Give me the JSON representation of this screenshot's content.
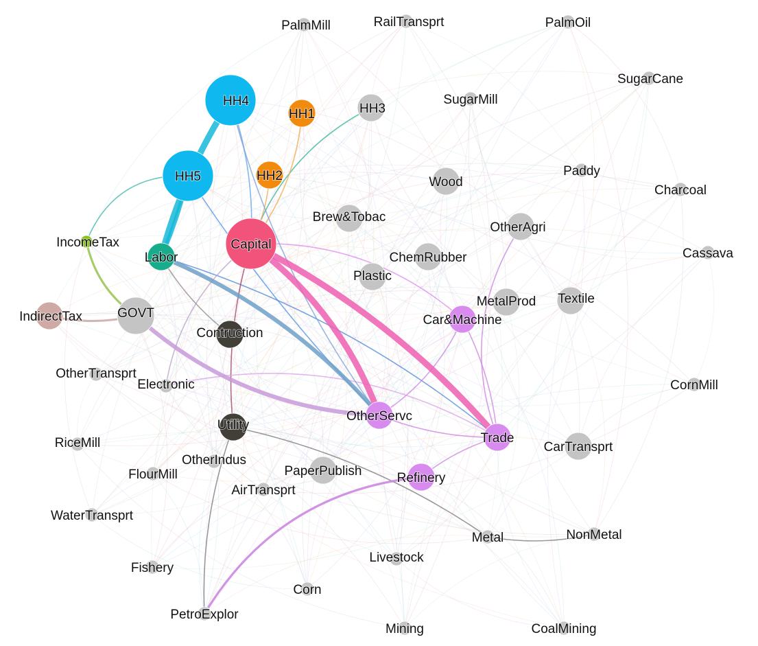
{
  "colors": {
    "gray": "#c4c4c4",
    "household_blue": "#0fb9ef",
    "household_orange": "#f28a0e",
    "capital": "#f2537a",
    "labor": "#17ad8c",
    "income_tax": "#8cc21e",
    "indirect_tax": "#cfaaa4",
    "dark": "#423f38",
    "violet": "#d98aef"
  },
  "nodes": [
    {
      "id": "PalmMill",
      "label": "PalmMill",
      "color": "#c4c4c4",
      "size": "s"
    },
    {
      "id": "RailTransprt",
      "label": "RailTransprt",
      "color": "#c4c4c4",
      "size": "s"
    },
    {
      "id": "PalmOil",
      "label": "PalmOil",
      "color": "#c4c4c4",
      "size": "s"
    },
    {
      "id": "SugarCane",
      "label": "SugarCane",
      "color": "#c4c4c4",
      "size": "s"
    },
    {
      "id": "HH4",
      "label": "HH4",
      "color": "#0fb9ef",
      "size": "xl"
    },
    {
      "id": "HH1",
      "label": "HH1",
      "color": "#f28a0e",
      "size": "m"
    },
    {
      "id": "HH3",
      "label": "HH3",
      "color": "#c4c4c4",
      "size": "m"
    },
    {
      "id": "SugarMill",
      "label": "SugarMill",
      "color": "#c4c4c4",
      "size": "s"
    },
    {
      "id": "HH5",
      "label": "HH5",
      "color": "#0fb9ef",
      "size": "xl"
    },
    {
      "id": "HH2",
      "label": "HH2",
      "color": "#f28a0e",
      "size": "m"
    },
    {
      "id": "Wood",
      "label": "Wood",
      "color": "#c4c4c4",
      "size": "m"
    },
    {
      "id": "Paddy",
      "label": "Paddy",
      "color": "#c4c4c4",
      "size": "s"
    },
    {
      "id": "Charcoal",
      "label": "Charcoal",
      "color": "#c4c4c4",
      "size": "s"
    },
    {
      "id": "Brew&Tobac",
      "label": "Brew&Tobac",
      "color": "#c4c4c4",
      "size": "m"
    },
    {
      "id": "OtherAgri",
      "label": "OtherAgri",
      "color": "#c4c4c4",
      "size": "m"
    },
    {
      "id": "IncomeTax",
      "label": "IncomeTax",
      "color": "#8cc21e",
      "size": "xs"
    },
    {
      "id": "Labor",
      "label": "Labor",
      "color": "#17ad8c",
      "size": "m"
    },
    {
      "id": "Capital",
      "label": "Capital",
      "color": "#f2537a",
      "size": "xl"
    },
    {
      "id": "ChemRubber",
      "label": "ChemRubber",
      "color": "#c4c4c4",
      "size": "m"
    },
    {
      "id": "Cassava",
      "label": "Cassava",
      "color": "#c4c4c4",
      "size": "s"
    },
    {
      "id": "Plastic",
      "label": "Plastic",
      "color": "#c4c4c4",
      "size": "m"
    },
    {
      "id": "MetalProd",
      "label": "MetalProd",
      "color": "#c4c4c4",
      "size": "m"
    },
    {
      "id": "Textile",
      "label": "Textile",
      "color": "#c4c4c4",
      "size": "m"
    },
    {
      "id": "IndirectTax",
      "label": "IndirectTax",
      "color": "#cfaaa4",
      "size": "m"
    },
    {
      "id": "GOVT",
      "label": "GOVT",
      "color": "#c4c4c4",
      "size": "l"
    },
    {
      "id": "Car&Machine",
      "label": "Car&Machine",
      "color": "#d98aef",
      "size": "m"
    },
    {
      "id": "Contruction",
      "label": "Contruction",
      "color": "#423f38",
      "size": "m"
    },
    {
      "id": "OtherTransprt",
      "label": "OtherTransprt",
      "color": "#c4c4c4",
      "size": "s"
    },
    {
      "id": "Electronic",
      "label": "Electronic",
      "color": "#c4c4c4",
      "size": "s"
    },
    {
      "id": "CornMill",
      "label": "CornMill",
      "color": "#c4c4c4",
      "size": "s"
    },
    {
      "id": "OtherServc",
      "label": "OtherServc",
      "color": "#d98aef",
      "size": "m"
    },
    {
      "id": "Utility",
      "label": "Utility",
      "color": "#423f38",
      "size": "m"
    },
    {
      "id": "RiceMill",
      "label": "RiceMill",
      "color": "#c4c4c4",
      "size": "s"
    },
    {
      "id": "Trade",
      "label": "Trade",
      "color": "#d98aef",
      "size": "m"
    },
    {
      "id": "CarTransprt",
      "label": "CarTransprt",
      "color": "#c4c4c4",
      "size": "m"
    },
    {
      "id": "OtherIndus",
      "label": "OtherIndus",
      "color": "#c4c4c4",
      "size": "s"
    },
    {
      "id": "FlourMill",
      "label": "FlourMill",
      "color": "#c4c4c4",
      "size": "s"
    },
    {
      "id": "PaperPublish",
      "label": "PaperPublish",
      "color": "#c4c4c4",
      "size": "m"
    },
    {
      "id": "Refinery",
      "label": "Refinery",
      "color": "#d98aef",
      "size": "m"
    },
    {
      "id": "AirTransprt",
      "label": "AirTransprt",
      "color": "#c4c4c4",
      "size": "s"
    },
    {
      "id": "WaterTransprt",
      "label": "WaterTransprt",
      "color": "#c4c4c4",
      "size": "s"
    },
    {
      "id": "Metal",
      "label": "Metal",
      "color": "#c4c4c4",
      "size": "s"
    },
    {
      "id": "NonMetal",
      "label": "NonMetal",
      "color": "#c4c4c4",
      "size": "s"
    },
    {
      "id": "Livestock",
      "label": "Livestock",
      "color": "#c4c4c4",
      "size": "s"
    },
    {
      "id": "Fishery",
      "label": "Fishery",
      "color": "#c4c4c4",
      "size": "s"
    },
    {
      "id": "Corn",
      "label": "Corn",
      "color": "#c4c4c4",
      "size": "s"
    },
    {
      "id": "PetroExplor",
      "label": "PetroExplor",
      "color": "#c4c4c4",
      "size": "s"
    },
    {
      "id": "Mining",
      "label": "Mining",
      "color": "#c4c4c4",
      "size": "s"
    },
    {
      "id": "CoalMining",
      "label": "CoalMining",
      "color": "#c4c4c4",
      "size": "s"
    }
  ],
  "edges": [
    {
      "source": "Labor",
      "target": "HH5",
      "color": "#17b9d8",
      "weight": "thick"
    },
    {
      "source": "Labor",
      "target": "HH4",
      "color": "#17b9d8",
      "weight": "heavy"
    },
    {
      "source": "Labor",
      "target": "OtherServc",
      "color": "#6fa0c8",
      "weight": "thick"
    },
    {
      "source": "Capital",
      "target": "OtherServc",
      "color": "#ee5fb1",
      "weight": "heavy"
    },
    {
      "source": "Capital",
      "target": "Trade",
      "color": "#ee5fb1",
      "weight": "heavy"
    },
    {
      "source": "GOVT",
      "target": "OtherServc",
      "color": "#c79ad9",
      "weight": "thick"
    },
    {
      "source": "IndirectTax",
      "target": "GOVT",
      "color": "#c9aaa6",
      "weight": "medium"
    },
    {
      "source": "IncomeTax",
      "target": "GOVT",
      "color": "#96c450",
      "weight": "medium"
    },
    {
      "source": "IncomeTax",
      "target": "HH5",
      "color": "#3cb6a8",
      "weight": "thin"
    },
    {
      "source": "Capital",
      "target": "HH3",
      "color": "#35b29a",
      "weight": "thin"
    },
    {
      "source": "Capital",
      "target": "HH1",
      "color": "#f2a54a",
      "weight": "thin"
    },
    {
      "source": "Capital",
      "target": "HH2",
      "color": "#f2a54a",
      "weight": "thin"
    },
    {
      "source": "Capital",
      "target": "HH4",
      "color": "#5aa0e8",
      "weight": "thin"
    },
    {
      "source": "HH5",
      "target": "OtherServc",
      "color": "#4f8ee6",
      "weight": "thin"
    },
    {
      "source": "Labor",
      "target": "Trade",
      "color": "#4a86d8",
      "weight": "thin"
    },
    {
      "source": "Capital",
      "target": "Car&Machine",
      "color": "#d98aef",
      "weight": "thin"
    },
    {
      "source": "Refinery",
      "target": "PetroExplor",
      "color": "#c980df",
      "weight": "medium"
    },
    {
      "source": "PetroExplor",
      "target": "Utility",
      "color": "#777777",
      "weight": "thin"
    },
    {
      "source": "Capital",
      "target": "Utility",
      "color": "#9b3b5b",
      "weight": "thin"
    },
    {
      "source": "Trade",
      "target": "OtherAgri",
      "color": "#c980df",
      "weight": "thin"
    },
    {
      "source": "Trade",
      "target": "Car&Machine",
      "color": "#c980df",
      "weight": "thin"
    },
    {
      "source": "OtherServc",
      "target": "Car&Machine",
      "color": "#c980df",
      "weight": "thin"
    },
    {
      "source": "Refinery",
      "target": "Trade",
      "color": "#c980df",
      "weight": "thin"
    },
    {
      "source": "OtherServc",
      "target": "Trade",
      "color": "#c980df",
      "weight": "thin"
    },
    {
      "source": "Electronic",
      "target": "Trade",
      "color": "#d9a0e8",
      "weight": "thin"
    },
    {
      "source": "Capital",
      "target": "Electronic",
      "color": "#b5a0c8",
      "weight": "thin"
    },
    {
      "source": "Utility",
      "target": "Metal",
      "color": "#777777",
      "weight": "thin"
    },
    {
      "source": "Metal",
      "target": "NonMetal",
      "color": "#777777",
      "weight": "thin"
    },
    {
      "source": "Labor",
      "target": "Contruction",
      "color": "#8a8a8a",
      "weight": "thin"
    },
    {
      "source": "HH4",
      "target": "OtherServc",
      "color": "#7a9ed8",
      "weight": "thin"
    }
  ]
}
